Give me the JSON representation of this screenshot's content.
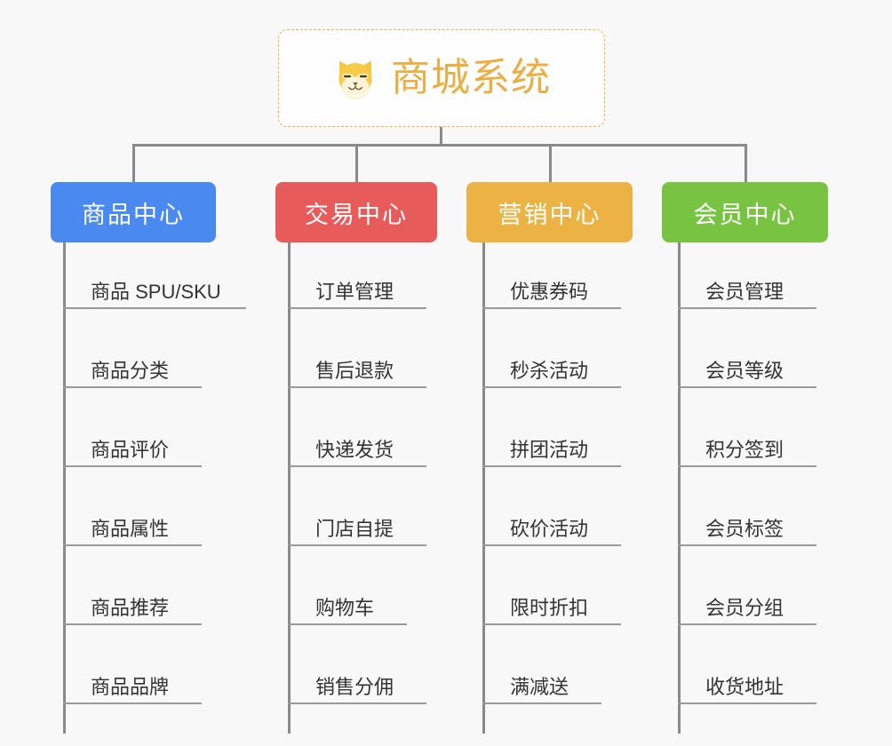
{
  "background_color": "#f8f8f8",
  "root": {
    "title": "商城系统",
    "icon": "shiba-dog-face-icon",
    "text_color": "#e9af44",
    "border_color": "#e9b14a",
    "background_color": "#fefefe"
  },
  "connector_color": "#8a8a8a",
  "categories": [
    {
      "label": "商品中心",
      "color": "#4a89f0",
      "items": [
        "商品 SPU/SKU",
        "商品分类",
        "商品评价",
        "商品属性",
        "商品推荐",
        "商品品牌"
      ]
    },
    {
      "label": "交易中心",
      "color": "#e75b5b",
      "items": [
        "订单管理",
        "售后退款",
        "快递发货",
        "门店自提",
        "购物车",
        "销售分佣"
      ]
    },
    {
      "label": "营销中心",
      "color": "#edb244",
      "items": [
        "优惠券码",
        "秒杀活动",
        "拼团活动",
        "砍价活动",
        "限时折扣",
        "满减送"
      ]
    },
    {
      "label": "会员中心",
      "color": "#78c341",
      "items": [
        "会员管理",
        "会员等级",
        "积分签到",
        "会员标签",
        "会员分组",
        "收货地址"
      ]
    }
  ]
}
